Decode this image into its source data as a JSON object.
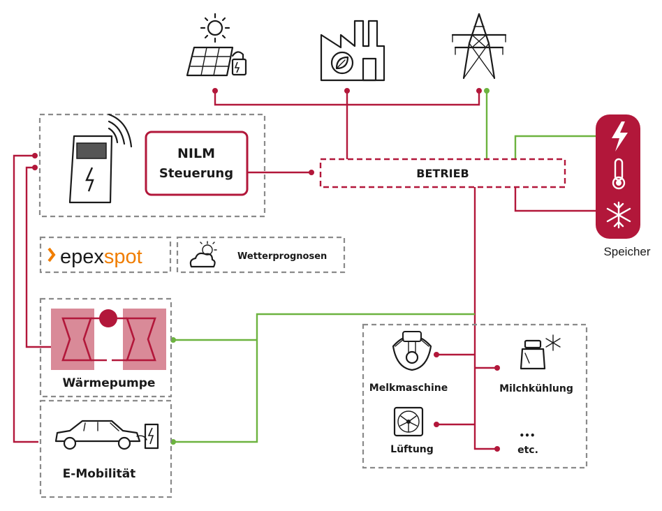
{
  "nodes": {
    "nilm": {
      "line1": "NILM",
      "line2": "Steuerung"
    },
    "betrieb": "BETRIEB",
    "speicher": "Speicher",
    "epex": {
      "part1": "epex",
      "part2": "spot"
    },
    "wetter": "Wetterprognosen",
    "waermepumpe": "Wärmepumpe",
    "emobil": "E-Mobilität",
    "melkmaschine": "Melkmaschine",
    "milchkuehlung": "Milchkühlung",
    "lueftung": "Lüftung",
    "ellipsis": "•••",
    "etc": "etc."
  },
  "icons": [
    "solar-panel-icon",
    "sun-icon",
    "battery-icon",
    "biogas-plant-icon",
    "leaf-icon",
    "power-pylon-icon",
    "charging-station-icon",
    "wireless-signal-icon",
    "lightning-icon",
    "thermometer-icon",
    "snowflake-icon",
    "weather-cloud-sun-icon",
    "car-icon",
    "milking-machine-icon",
    "milk-can-icon",
    "fan-icon",
    "arrow-chevron-icon"
  ],
  "colors": {
    "accent_red": "#b2173a",
    "line_green": "#6cb33f",
    "dashed_gray": "#8a8a8a",
    "epex_orange": "#f07d00",
    "heatpump_pink": "#d98a98",
    "text_dark": "#1a1a1a"
  }
}
